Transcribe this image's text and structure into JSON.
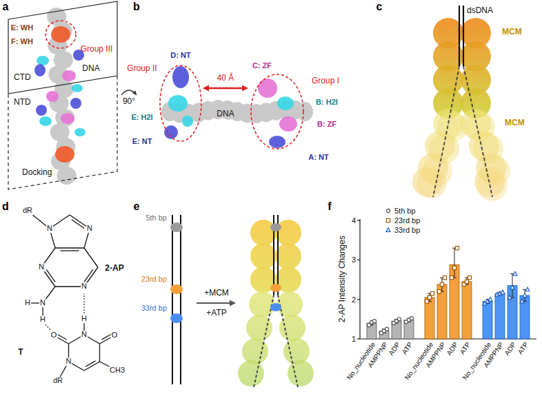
{
  "diagram": {
    "nodes": [
      {
        "text": [
          "CTD"
        ]
      },
      {
        "text": [
          "NTD",
          "Docking"
        ]
      },
      {
        "text": [
          "MCM"
        ]
      },
      {
        "text": [
          "MCM"
        ]
      }
    ],
    "labels": [
      "a",
      "E: WH",
      "F: WH",
      "Group III",
      "DNA",
      "b",
      "90°",
      "D: NT",
      "C: ZF",
      "Group II",
      "40 Å",
      "Group I",
      "B: H2I",
      "DNA",
      "E: H2I",
      "B: ZF",
      "E: NT",
      "A: NT",
      "c",
      "dsDNA",
      "d",
      "dR",
      "N",
      "N",
      "2-AP",
      "N",
      "N",
      "H",
      "N",
      "H",
      "H",
      "N",
      "O",
      "O",
      "T",
      "CH3",
      "N",
      "dR",
      "e",
      "5th bp",
      "23rd bp",
      "33rd bp",
      "+MCM",
      "+ATP",
      "f",
      "4",
      "3",
      "2",
      "1",
      "2-AP Intensity Changes",
      "No_nucleotide",
      "AMPPNP",
      "ADP",
      "ATP",
      "No_nucleotide",
      "AMPPNP",
      "ADP",
      "ATP",
      "No_nucleotide",
      "AMPPNP",
      "ADP",
      "ATP"
    ],
    "legend": [
      {
        "text": "5th bp"
      },
      {
        "text": "23rd bp"
      },
      {
        "text": "33rd bp"
      }
    ]
  }
}
